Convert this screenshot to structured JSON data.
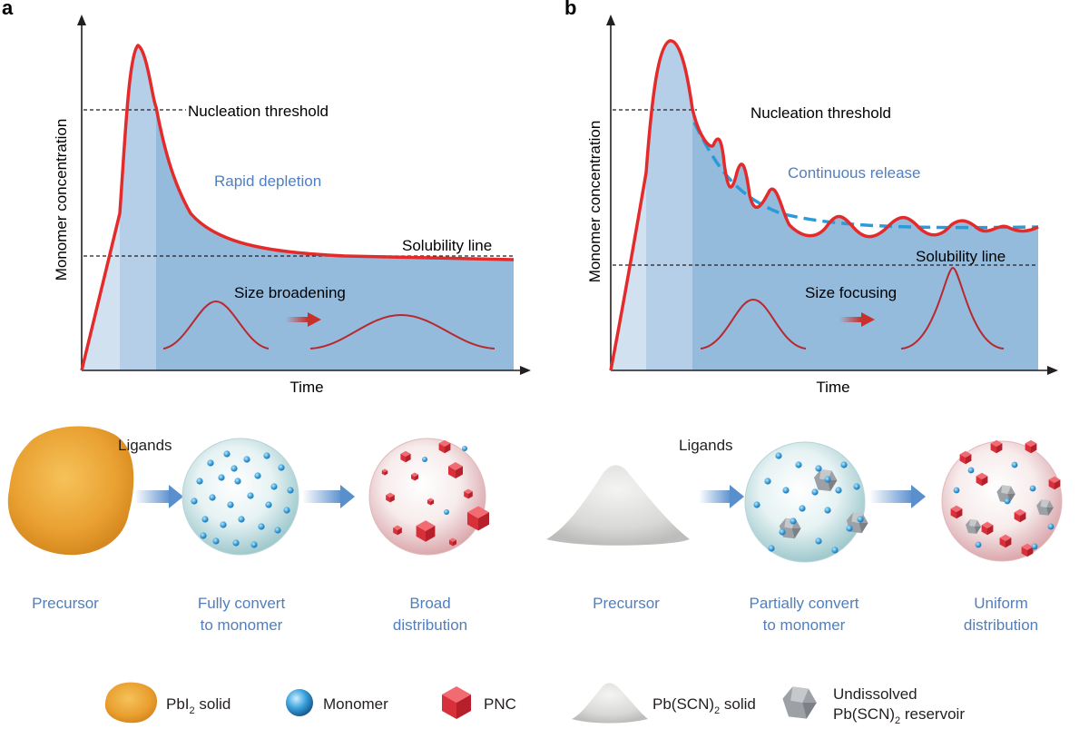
{
  "panel_a": {
    "letter": "a",
    "y_axis_label": "Monomer concentration",
    "x_axis_label": "Time",
    "nucleation_label": "Nucleation threshold",
    "regime_label": "Rapid depletion",
    "solubility_label": "Solubility line",
    "size_label": "Size broadening",
    "steps": [
      {
        "line1": "Precursor",
        "line2": ""
      },
      {
        "line1": "Fully convert",
        "line2": "to monomer"
      },
      {
        "line1": "Broad",
        "line2": "distribution"
      }
    ],
    "ligands_label": "Ligands"
  },
  "panel_b": {
    "letter": "b",
    "y_axis_label": "Monomer concentration",
    "x_axis_label": "Time",
    "nucleation_label": "Nucleation threshold",
    "regime_label": "Continuous release",
    "solubility_label": "Solubility line",
    "size_label": "Size focusing",
    "steps": [
      {
        "line1": "Precursor",
        "line2": ""
      },
      {
        "line1": "Partially convert",
        "line2": "to monomer"
      },
      {
        "line1": "Uniform",
        "line2": "distribution"
      }
    ],
    "ligands_label": "Ligands"
  },
  "legend": {
    "pbi2_base": "PbI",
    "pbi2_sub": "2",
    "pbi2_rest": " solid",
    "monomer": "Monomer",
    "pnc": "PNC",
    "pbscn_base": "Pb(SCN)",
    "pbscn_sub": "2",
    "pbscn_rest": " solid",
    "reservoir_line1": "Undissolved",
    "reservoir_base": "Pb(SCN)",
    "reservoir_sub": "2",
    "reservoir_rest": " reservoir"
  },
  "colors": {
    "curve": "#e32b2b",
    "fill_main": "#94bbdc",
    "fill_light": "#d2e1ef",
    "fill_mid": "#b4cfe7",
    "release_dash": "#2a9bd8",
    "dist_curve": "#b8282d",
    "label_blue": "#4f7fc0",
    "arrow_blue": "#5a8fce",
    "monomer": "#3aa2dd",
    "pnc": "#e23b44",
    "pbi2": "#eaa232"
  }
}
